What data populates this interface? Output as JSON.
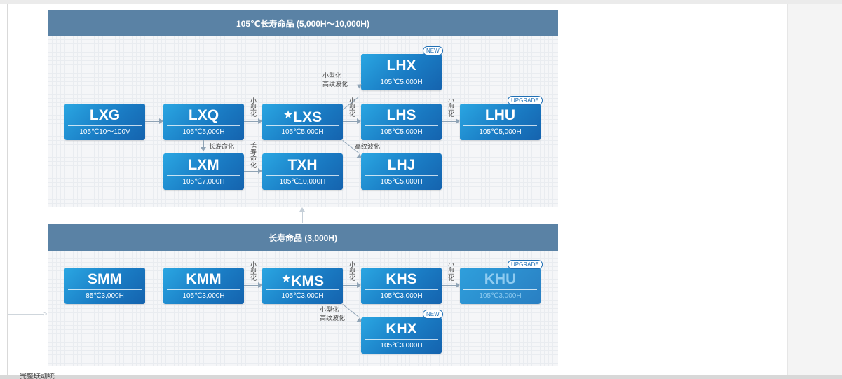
{
  "top_section": {
    "title": "105℃长寿命品 (5,000H～10,000H)"
  },
  "bottom_section": {
    "title": "长寿命品 (3,000H)"
  },
  "footer_text": "完整联动统",
  "products": {
    "lxg": {
      "name": "LXG",
      "spec": "105℃10～100V"
    },
    "lxq": {
      "name": "LXQ",
      "spec": "105℃5,000H"
    },
    "lxs": {
      "name": "LXS",
      "prefix": "★",
      "spec": "105℃5,000H"
    },
    "lhx": {
      "name": "LHX",
      "spec": "105℃5,000H",
      "badge": "NEW"
    },
    "lhs": {
      "name": "LHS",
      "spec": "105℃5,000H"
    },
    "lhu": {
      "name": "LHU",
      "spec": "105℃5,000H",
      "badge": "UPGRADE"
    },
    "lxm": {
      "name": "LXM",
      "spec": "105℃7,000H"
    },
    "txh": {
      "name": "TXH",
      "spec": "105℃10,000H"
    },
    "lhj": {
      "name": "LHJ",
      "spec": "105℃5,000H"
    },
    "smm": {
      "name": "SMM",
      "spec": "85℃3,000H"
    },
    "kmm": {
      "name": "KMM",
      "spec": "105℃3,000H"
    },
    "kms": {
      "name": "KMS",
      "prefix": "★",
      "spec": "105℃3,000H"
    },
    "khs": {
      "name": "KHS",
      "spec": "105℃3,000H"
    },
    "khu": {
      "name": "KHU",
      "spec": "105℃3,000H",
      "badge": "UPGRADE"
    },
    "khx": {
      "name": "KHX",
      "spec": "105℃3,000H",
      "badge": "NEW"
    }
  },
  "labels": {
    "miniaturize": "小型化",
    "long_life": "长寿命化",
    "long_life_v": "长寿命化",
    "high_ripple": "高纹波化",
    "mini_high_ripple_1": "小型化",
    "mini_high_ripple_2": "高纹波化"
  }
}
